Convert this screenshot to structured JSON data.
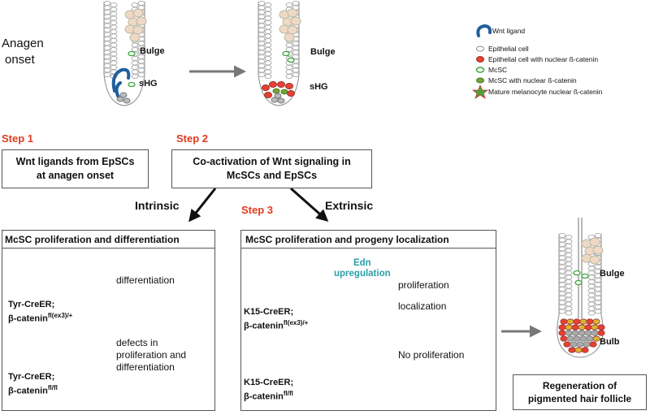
{
  "anagen_onset": [
    "Anagen",
    "onset"
  ],
  "follicle_labels": {
    "bulge": "Bulge",
    "shg": "sHG",
    "bulb": "Bulb"
  },
  "legend": [
    {
      "icon": "wnt-ligand-icon",
      "label": "Wnt ligand"
    },
    {
      "icon": "epithelial-cell-icon",
      "label": "Epithelial cell"
    },
    {
      "icon": "nuclear-catenin-cell-icon",
      "label": "Epithelial cell with nuclear ß-catenin"
    },
    {
      "icon": "mcsc-icon",
      "label": "McSC"
    },
    {
      "icon": "mcsc-nuclear-catenin-icon",
      "label": "McSC with nuclear ß-catenin"
    },
    {
      "icon": "mature-melanocyte-icon",
      "label": "Mature melanocyte nuclear ß-catenin"
    }
  ],
  "steps": {
    "step1": "Step 1",
    "step2": "Step 2",
    "step3": "Step 3"
  },
  "box1": [
    "Wnt ligands from EpSCs",
    "at anagen onset"
  ],
  "box2": [
    "Co-activation of Wnt signaling in",
    "McSCs and EpSCs"
  ],
  "intrinsic": "Intrinsic",
  "extrinsic": "Extrinsic",
  "panel_left": {
    "title": "McSC proliferation and differentiation",
    "mouse1": {
      "line1": "Tyr-CreER;",
      "gene": "β-catenin",
      "sup": "fl(ex3)/+",
      "outcome": "differentiation"
    },
    "mouse2": {
      "line1": "Tyr-CreER;",
      "gene": "β-catenin",
      "sup": "fl/fl",
      "outcome": [
        "defects in",
        "proliferation and",
        "differentiation"
      ]
    }
  },
  "panel_right": {
    "title": "McSC proliferation and progeny localization",
    "edn": [
      "Edn",
      "upregulation"
    ],
    "mouse1": {
      "line1": "K15-CreER;",
      "gene": "β-catenin",
      "sup": "fl(ex3)/+",
      "outcome": [
        "proliferation",
        "localization"
      ]
    },
    "mouse2": {
      "line1": "K15-CreER;",
      "gene": "β-catenin",
      "sup": "fl/fl",
      "outcome": "No proliferation"
    }
  },
  "regeneration": [
    "Regeneration of",
    "pigmented hair follicle"
  ],
  "colors": {
    "step_red": "#e03a1e",
    "wnt_blue": "#1f5f9e",
    "mcsc_green": "#3aa53a",
    "edn_teal": "#2aa0a8",
    "mouse_tan": "#d9a07a"
  }
}
